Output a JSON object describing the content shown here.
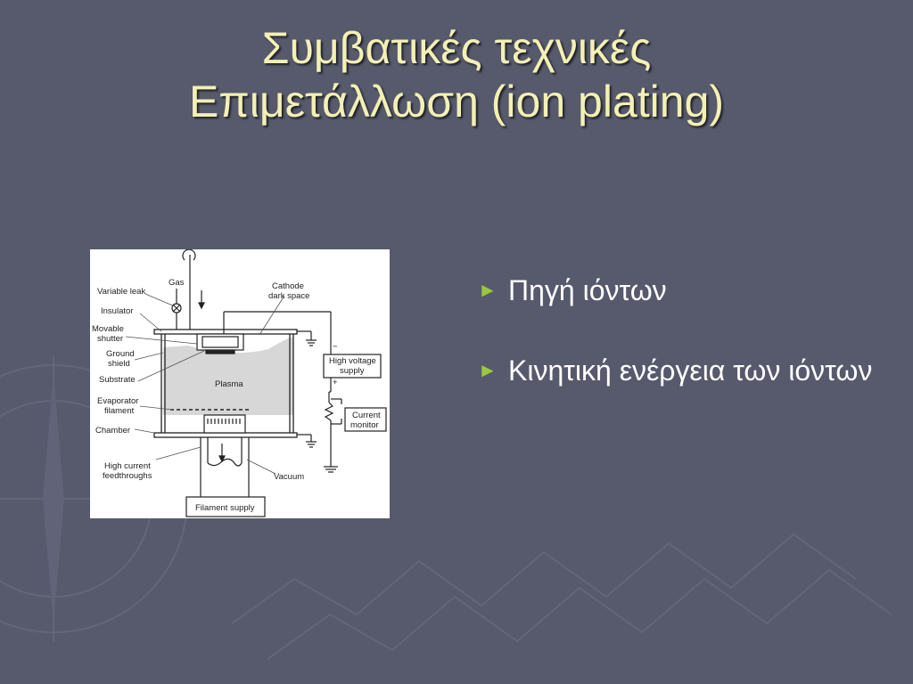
{
  "slide": {
    "title_line1": "Συμβατικές τεχνικές",
    "title_line2": "Επιμετάλλωση (ion plating)"
  },
  "diagram": {
    "labels": {
      "gas": "Gas",
      "variable_leak": "Variable leak",
      "insulator": "Insulator",
      "movable_shutter_1": "Movable",
      "movable_shutter_2": "shutter",
      "ground_shield_1": "Ground",
      "ground_shield_2": "shield",
      "substrate": "Substrate",
      "evaporator_filament_1": "Evaporator",
      "evaporator_filament_2": "filament",
      "chamber": "Chamber",
      "high_current_1": "High current",
      "high_current_2": "feedthroughs",
      "cathode_dark_space_1": "Cathode",
      "cathode_dark_space_2": "dark space",
      "plasma": "Plasma",
      "high_voltage_1": "High voltage",
      "high_voltage_2": "supply",
      "current_monitor_1": "Current",
      "current_monitor_2": "monitor",
      "vacuum": "Vacuum",
      "filament_supply": "Filament supply",
      "minus_sign": "−",
      "plus_sign": "+"
    }
  },
  "bullets": [
    {
      "text": "Πηγή ιόντων"
    },
    {
      "text": "Κινητική ενέργεια των ιόντων"
    }
  ],
  "colors": {
    "background": "#575a6c",
    "title": "#f4f0b4",
    "bullet_marker": "#9cc83c",
    "bullet_text": "#ffffff"
  }
}
